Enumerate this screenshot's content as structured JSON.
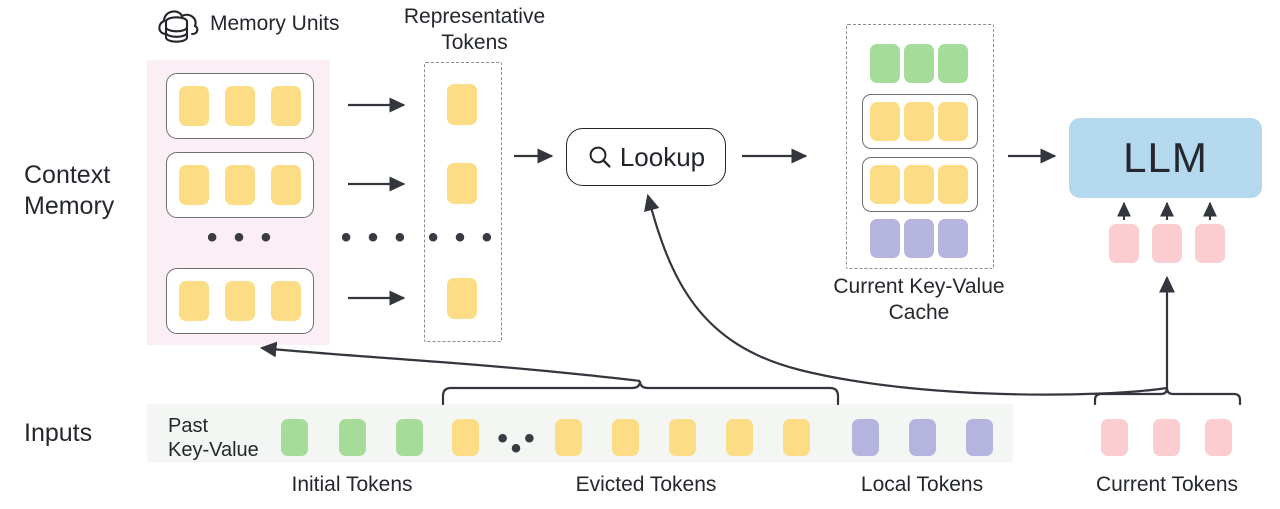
{
  "diagram": {
    "title": "Context Memory LLM inference architecture",
    "side_labels": {
      "context_memory": "Context\nMemory",
      "inputs": "Inputs"
    },
    "memory_units": {
      "icon": "cloud-database-icon",
      "label": "Memory Units",
      "unit_count_visible": 3,
      "tokens_per_unit": 3,
      "ellipsis": "• • •",
      "token_color": "#fcdd86",
      "panel_color": "#fbeef4"
    },
    "representative_tokens": {
      "label": "Representative\nTokens",
      "tokens_visible": 3,
      "ellipsis": "• • •",
      "token_color": "#fcdd86",
      "between_ellipsis": "• • •"
    },
    "lookup": {
      "label": "Lookup",
      "icon": "search-icon"
    },
    "kv_cache": {
      "label": "Current Key-Value\nCache",
      "rows": [
        {
          "name": "initial-tokens-row",
          "color": "#a6dc9a",
          "count": 3,
          "boxed": false
        },
        {
          "name": "retrieved-tokens-row-1",
          "color": "#fcdd86",
          "count": 3,
          "boxed": true
        },
        {
          "name": "retrieved-tokens-row-2",
          "color": "#fcdd86",
          "count": 3,
          "boxed": true
        },
        {
          "name": "local-tokens-row",
          "color": "#b5b4de",
          "count": 3,
          "boxed": false
        }
      ]
    },
    "llm": {
      "label": "LLM",
      "color": "#b4d9ee",
      "input_arrows": 3,
      "input_tokens": {
        "color": "#fbcdd0",
        "count": 3
      }
    },
    "inputs_row": {
      "past_key_value_label": "Past\nKey-Value",
      "ellipsis": "• • •",
      "groups": [
        {
          "name": "initial-tokens",
          "label": "Initial Tokens",
          "color": "#a6dc9a",
          "count": 3
        },
        {
          "name": "evicted-tokens",
          "label": "Evicted Tokens",
          "color": "#fcdd86",
          "count": 7
        },
        {
          "name": "local-tokens",
          "label": "Local Tokens",
          "color": "#b5b4de",
          "count": 3
        },
        {
          "name": "current-tokens",
          "label": "Current Tokens",
          "color": "#fbcdd0",
          "count": 3
        }
      ]
    },
    "colors": {
      "yellow": "#fcdd86",
      "green": "#a6dc9a",
      "purple": "#b5b4de",
      "pink_token": "#fbcdd0",
      "blue_llm": "#b4d9ee",
      "pink_panel": "#fbeef4",
      "gray_band": "#f4f6f4",
      "stroke": "#33363c"
    }
  }
}
